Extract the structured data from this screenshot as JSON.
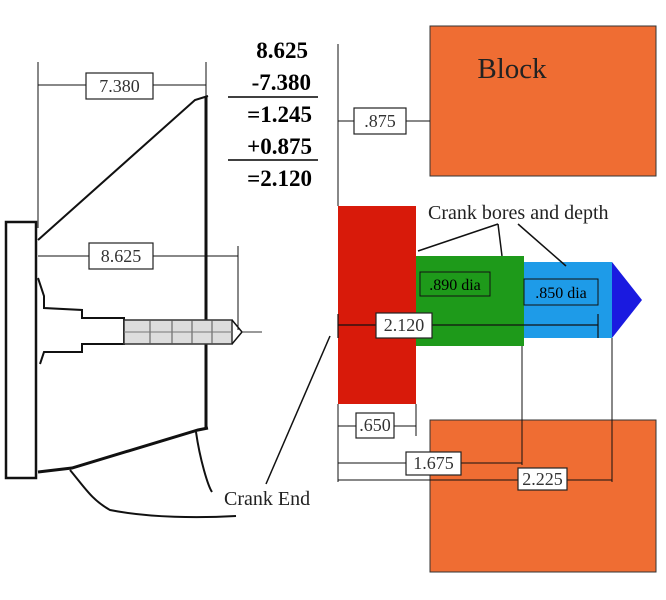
{
  "calculation": {
    "line1": "8.625",
    "line2": "-7.380",
    "line3": "=1.245",
    "line4": "+0.875",
    "line5": "=2.120"
  },
  "labels": {
    "block": "Block",
    "crank_bores": "Crank bores and depth",
    "crank_end": "Crank End"
  },
  "dimensions": {
    "d_7380": "7.380",
    "d_8625": "8.625",
    "d_875": ".875",
    "d_890": ".890 dia",
    "d_850": ".850 dia",
    "d_2120": "2.120",
    "d_650": ".650",
    "d_1675": "1.675",
    "d_2225": "2.225"
  },
  "colors": {
    "block": "#ef6d33",
    "crank_end": "#d81a0a",
    "bore_890": "#1e9a1a",
    "bore_850": "#1e9be8",
    "tip": "#1a1ae0"
  }
}
